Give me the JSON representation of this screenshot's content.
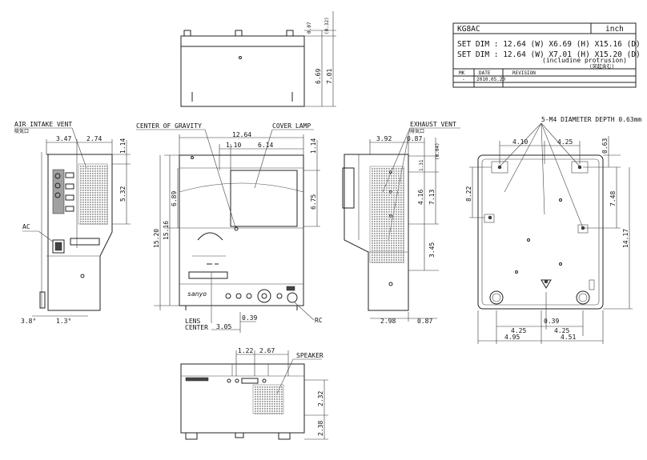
{
  "title_block": {
    "model": "KG8AC",
    "unit": "inch",
    "set_dim_1": "SET DIM : 12.64 (W) X6.69 (H) X15.16 (D)",
    "set_dim_2": "SET DIM : 12.64 (W) X7.01 (H) X15.20 (D)",
    "including_note": "(includine protrusion)",
    "jp_note": "(突起含む)",
    "col_mk": "MK",
    "col_date": "DATE",
    "col_revision": "REVISION",
    "row_mk": "-",
    "row_date": "2010.05.20"
  },
  "top_view": {
    "dim_007": "0.07",
    "dim_032": "(0.32)",
    "dim_669": "6.69",
    "dim_701": "7.01"
  },
  "left_view": {
    "label_air_intake": "AIR INTAKE VENT",
    "label_air_intake_jp": "吸気口",
    "label_ac": "AC",
    "dim_347": "3.47",
    "dim_274": "2.74",
    "dim_114": "1.14",
    "dim_532": "5.32",
    "dim_38": "3.8°",
    "dim_13": "1.3°"
  },
  "front_view": {
    "label_cog": "CENTER OF GRAVITY",
    "label_cover_lamp": "COVER LAMP",
    "label_lens_center": "LENS\nCENTER",
    "label_lens": "LENS",
    "label_center": "CENTER",
    "label_rc": "RC",
    "dim_1264": "12.64",
    "dim_110": "1.10",
    "dim_614": "6.14",
    "dim_114": "1.14",
    "dim_689": "6.89",
    "dim_675": "6.75",
    "dim_1520": "15.20",
    "dim_1516": "15.16",
    "dim_305": "3.05",
    "dim_039": "0.39",
    "brand": "sanyo"
  },
  "right_view": {
    "label_exhaust": "EXHAUST VENT",
    "label_exhaust_jp": "排気口",
    "dim_392": "3.92",
    "dim_087": "0.87",
    "dim_004": "(0.04)",
    "dim_131": "1.31",
    "dim_416": "4.16",
    "dim_713": "7.13",
    "dim_345": "3.45",
    "dim_298": "2.98",
    "dim_087b": "0.87"
  },
  "bottom_view": {
    "label_m4": "5-M4 DIAMETER DEPTH 0.63mm",
    "dim_410": "4.10",
    "dim_425": "4.25",
    "dim_063": "0.63",
    "dim_822": "8.22",
    "dim_748": "7.48",
    "dim_1417": "14.17",
    "dim_425b": "4.25",
    "dim_039": "0.39",
    "dim_425c": "4.25",
    "dim_495": "4.95",
    "dim_451": "4.51"
  },
  "rear_view": {
    "label_speaker": "SPEAKER",
    "dim_122": "1.22",
    "dim_267": "2.67",
    "dim_232": "2.32",
    "dim_238": "2.38"
  }
}
